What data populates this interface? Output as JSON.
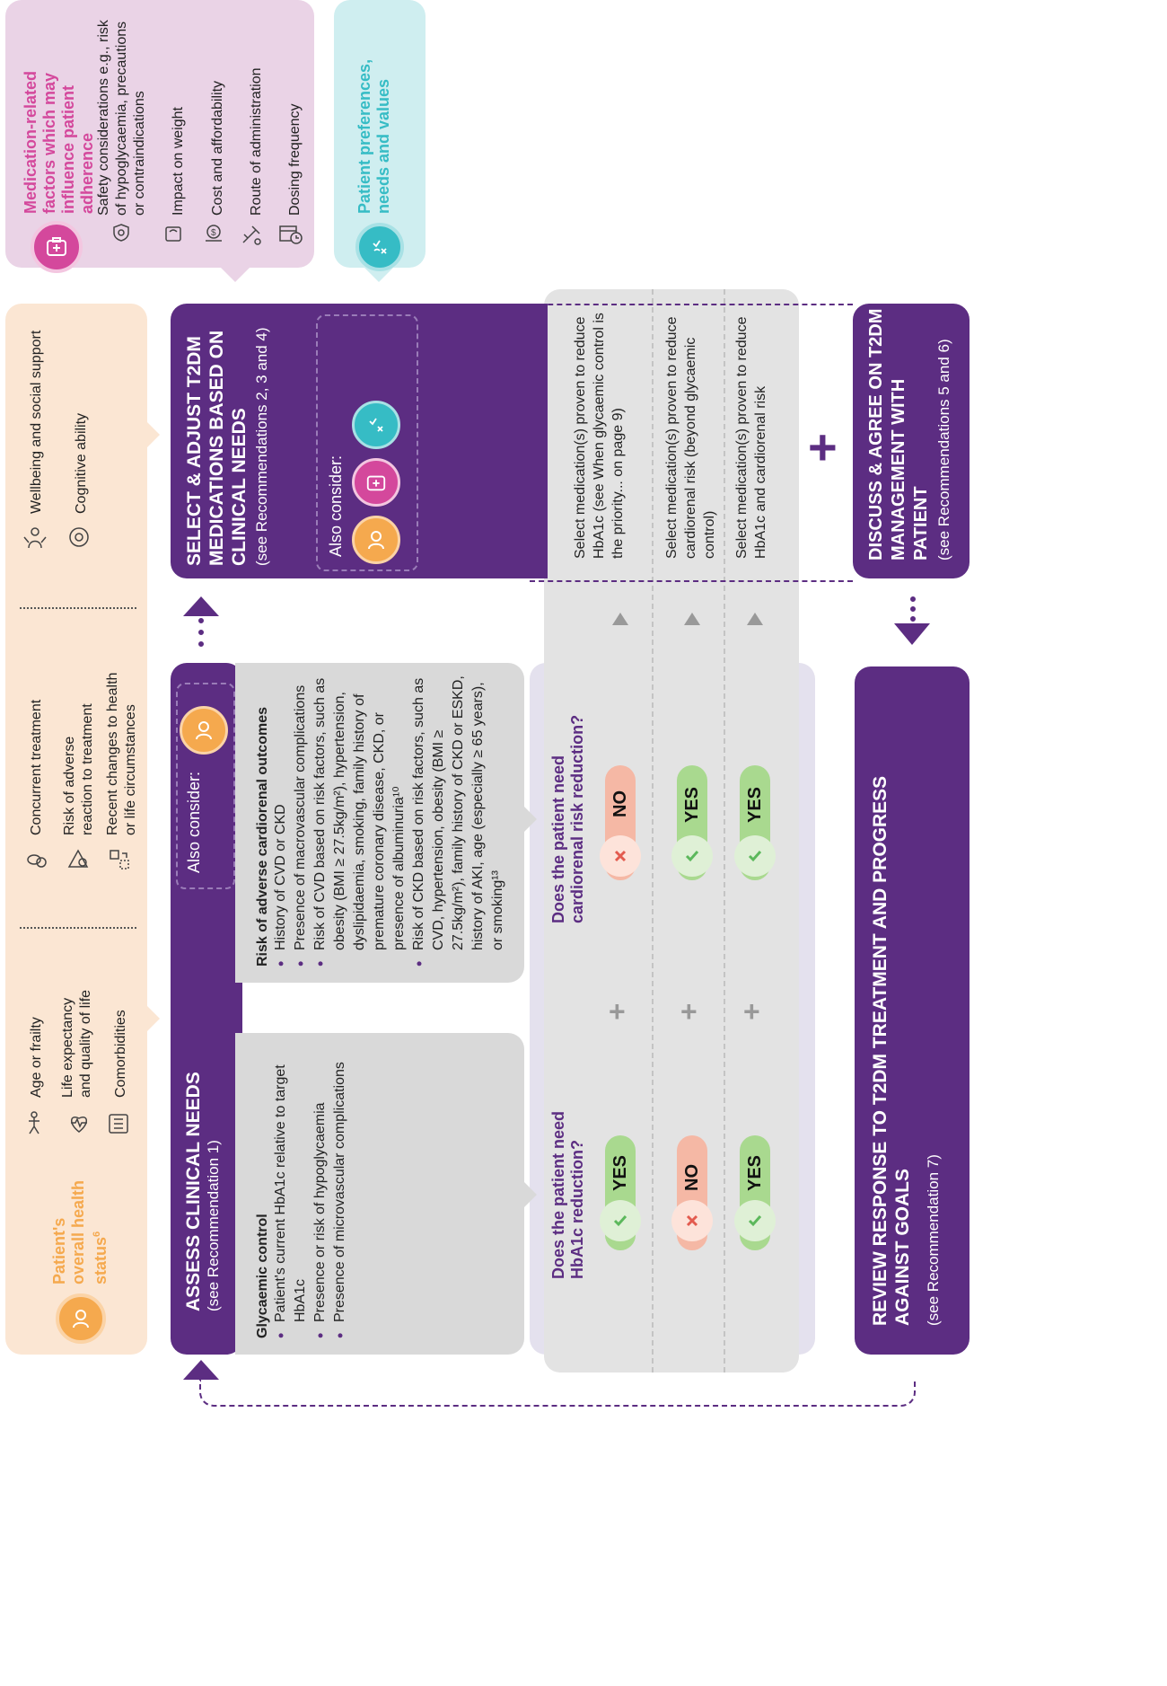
{
  "colors": {
    "purple": "#5c2d82",
    "orange": "#f5a94e",
    "pink": "#d4489c",
    "teal": "#36bcc5",
    "green": "#5cb85c",
    "red": "#e35b4f"
  },
  "med_factors": {
    "title": "Medication-related factors which may influence patient adherence",
    "items": [
      {
        "icon": "shield-icon",
        "text": "Safety considerations e.g., risk of hypoglycaemia, precautions or contraindications"
      },
      {
        "icon": "scale-icon",
        "text": "Impact on weight"
      },
      {
        "icon": "coin-icon",
        "text": "Cost and affordability"
      },
      {
        "icon": "syringe-icon",
        "text": "Route of administration"
      },
      {
        "icon": "calendar-clock-icon",
        "text": "Dosing frequency"
      }
    ]
  },
  "preferences": {
    "title": "Patient preferences, needs and values"
  },
  "health_status": {
    "title": "Patient's overall health status",
    "sup": "6",
    "group1": [
      "Age or frailty",
      "Life expectancy and quality of life",
      "Comorbidities"
    ],
    "group2": [
      "Concurrent treatment",
      "Risk of adverse reaction to treatment",
      "Recent changes to health or life circumstances"
    ],
    "group3": [
      "Wellbeing and social support",
      "Cognitive ability"
    ]
  },
  "assess": {
    "title": "ASSESS CLINICAL NEEDS",
    "subtitle": "(see Recommendation 1)",
    "also_consider": "Also consider:",
    "glycaemic": {
      "title": "Glycaemic control",
      "items": [
        "Patient's current HbA1c relative to target HbA1c",
        "Presence or risk of hypoglycaemia",
        "Presence of microvascular complications"
      ]
    },
    "cardiorenal": {
      "title": "Risk of adverse cardiorenal outcomes",
      "items": [
        "History of CVD or CKD",
        "Presence of macrovascular complications",
        "Risk of CVD based on risk factors, such as obesity (BMI ≥ 27.5kg/m²), hypertension, dyslipidaemia, smoking, family history of premature coronary disease, CKD, or presence of albuminuria¹⁰",
        "Risk of CKD based on risk factors, such as CVD, hypertension, obesity (BMI ≥ 27.5kg/m²), family history of CKD or ESKD, history of AKI, age (especially ≥ 65 years), or smoking¹³"
      ]
    }
  },
  "questions": {
    "hba1c": "Does the patient need HbA1c reduction?",
    "cardiorenal": "Does the patient need cardiorenal risk reduction?"
  },
  "answers": {
    "hba1c": [
      "YES",
      "NO",
      "YES"
    ],
    "cardiorenal": [
      "NO",
      "YES",
      "YES"
    ]
  },
  "select": {
    "title": "SELECT & ADJUST T2DM MEDICATIONS BASED ON CLINICAL NEEDS",
    "subtitle": "(see Recommendations 2, 3 and 4)",
    "also_consider": "Also consider:",
    "outcomes": [
      "Select medication(s) proven to reduce HbA1c (see When glycaemic control is the priority... on page 9)",
      "Select medication(s) proven to reduce cardiorenal risk (beyond glycaemic control)",
      "Select medication(s) proven to reduce HbA1c and cardiorenal risk"
    ]
  },
  "discuss": {
    "title": "DISCUSS & AGREE ON T2DM MANAGEMENT WITH PATIENT",
    "subtitle": "(see Recommendations 5 and 6)"
  },
  "review": {
    "title": "REVIEW RESPONSE TO T2DM TREATMENT AND PROGRESS AGAINST GOALS",
    "subtitle": "(see Recommendation 7)"
  }
}
